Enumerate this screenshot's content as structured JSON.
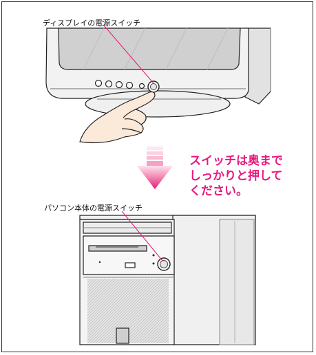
{
  "labels": {
    "display_switch": "ディスプレイの電源スイッチ",
    "pc_switch": "パソコン本体の電源スイッチ"
  },
  "note": {
    "lines": [
      "スイッチは奥まで",
      "しっかりと押して",
      "ください。"
    ]
  },
  "colors": {
    "accent": "#e6197e",
    "arrow_top": "#ffd6e6",
    "arrow_bottom": "#e6197e",
    "device_fill": "#f2f2f2",
    "screen_fill": "#d4d4d4",
    "outline": "#222222"
  }
}
